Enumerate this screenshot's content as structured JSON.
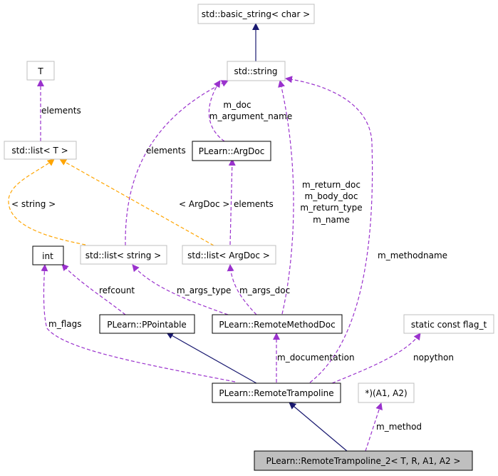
{
  "nodes": [
    {
      "id": "basic_string",
      "label": "std::basic_string< char >",
      "style": "gray"
    },
    {
      "id": "std_string",
      "label": "std::string",
      "style": "gray"
    },
    {
      "id": "T",
      "label": "T",
      "style": "gray"
    },
    {
      "id": "list_T",
      "label": "std::list< T >",
      "style": "gray"
    },
    {
      "id": "argdoc",
      "label": "PLearn::ArgDoc",
      "style": "black"
    },
    {
      "id": "int",
      "label": "int",
      "style": "black"
    },
    {
      "id": "list_string",
      "label": "std::list< string >",
      "style": "gray"
    },
    {
      "id": "list_argdoc",
      "label": "std::list< ArgDoc >",
      "style": "gray"
    },
    {
      "id": "ppointable",
      "label": "PLearn::PPointable",
      "style": "black"
    },
    {
      "id": "rmd",
      "label": "PLearn::RemoteMethodDoc",
      "style": "black"
    },
    {
      "id": "flag_t",
      "label": "static const flag_t",
      "style": "gray"
    },
    {
      "id": "rt",
      "label": "PLearn::RemoteTrampoline",
      "style": "black"
    },
    {
      "id": "a1a2",
      "label": "*)(A1, A2)",
      "style": "gray"
    },
    {
      "id": "rt2",
      "label": "PLearn::RemoteTrampoline_2< T, R, A1, A2 >",
      "style": "filled"
    }
  ],
  "edges": [
    {
      "from": "basic_string",
      "to": "std_string",
      "kind": "inheritance",
      "labels": []
    },
    {
      "from": "T",
      "to": "list_T",
      "kind": "usage",
      "labels": [
        "elements"
      ]
    },
    {
      "from": "std_string",
      "to": "argdoc",
      "kind": "usage",
      "labels": [
        "m_doc",
        "m_argument_name"
      ]
    },
    {
      "from": "std_string",
      "to": "list_string",
      "kind": "usage",
      "labels": [
        "elements"
      ]
    },
    {
      "from": "std_string",
      "to": "rmd",
      "kind": "usage",
      "labels": [
        "m_return_doc",
        "m_body_doc",
        "m_return_type",
        "m_name"
      ]
    },
    {
      "from": "std_string",
      "to": "rt",
      "kind": "usage",
      "labels": [
        "m_methodname"
      ]
    },
    {
      "from": "list_T",
      "to": "list_string",
      "kind": "template",
      "labels": [
        "< string >"
      ]
    },
    {
      "from": "list_T",
      "to": "list_argdoc",
      "kind": "template",
      "labels": [
        "< ArgDoc >"
      ]
    },
    {
      "from": "argdoc",
      "to": "list_argdoc",
      "kind": "usage",
      "labels": [
        "elements"
      ]
    },
    {
      "from": "int",
      "to": "ppointable",
      "kind": "usage",
      "labels": [
        "refcount"
      ]
    },
    {
      "from": "int",
      "to": "rt",
      "kind": "usage",
      "labels": [
        "m_flags"
      ]
    },
    {
      "from": "list_string",
      "to": "rmd",
      "kind": "usage",
      "labels": [
        "m_args_type"
      ]
    },
    {
      "from": "list_argdoc",
      "to": "rmd",
      "kind": "usage",
      "labels": [
        "m_args_doc"
      ]
    },
    {
      "from": "rmd",
      "to": "rt",
      "kind": "usage",
      "labels": [
        "m_documentation"
      ]
    },
    {
      "from": "flag_t",
      "to": "rt",
      "kind": "usage",
      "labels": [
        "nopython"
      ]
    },
    {
      "from": "ppointable",
      "to": "rt",
      "kind": "inheritance",
      "labels": []
    },
    {
      "from": "rt",
      "to": "rt2",
      "kind": "inheritance",
      "labels": []
    },
    {
      "from": "a1a2",
      "to": "rt2",
      "kind": "usage",
      "labels": [
        "m_method"
      ]
    }
  ],
  "colors": {
    "inheritance": "#191970",
    "usage": "#9a32cd",
    "template": "#ffa500",
    "gray_border": "#bfbfbf",
    "black_border": "#000000",
    "filled_bg": "#bfbfbf"
  }
}
